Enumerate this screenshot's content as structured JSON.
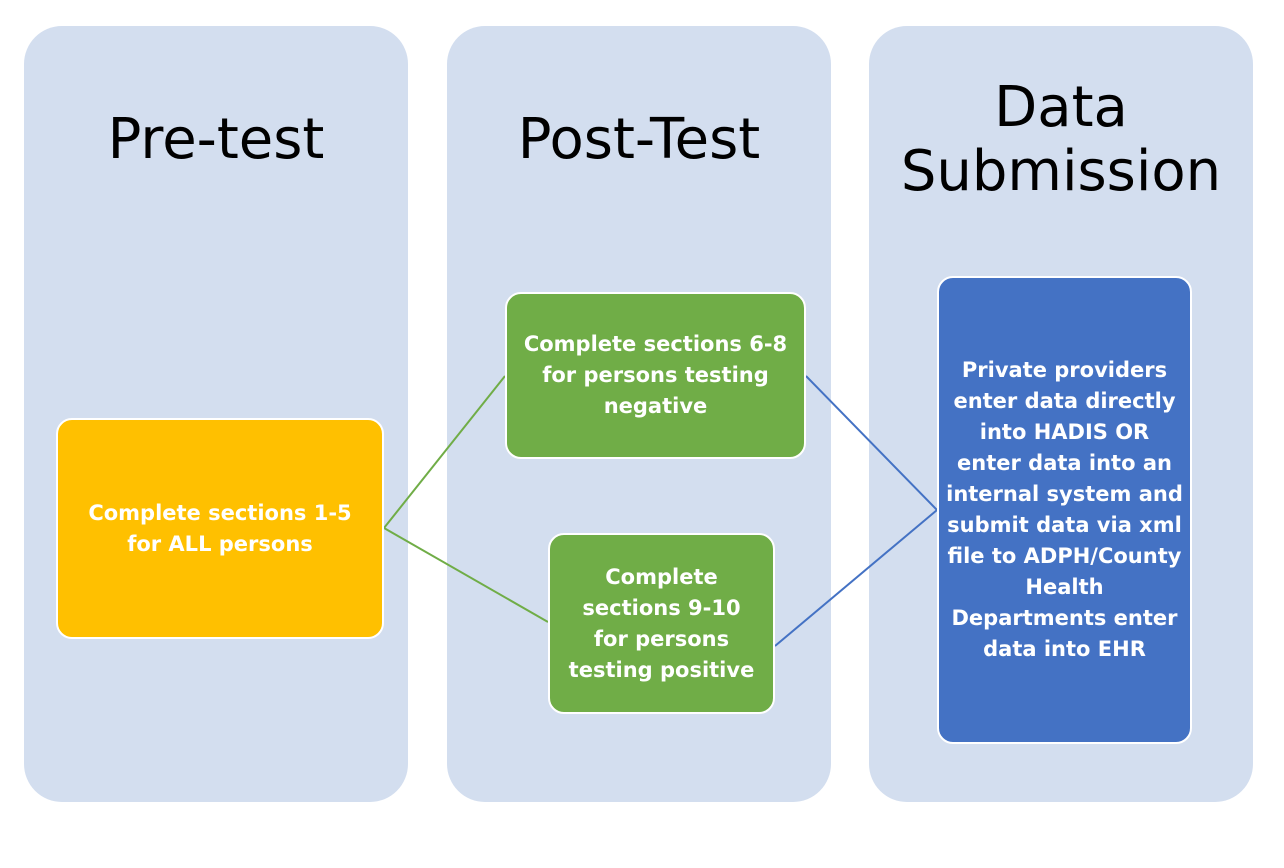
{
  "columns": {
    "pretest": {
      "title": "Pre-test"
    },
    "posttest": {
      "title": "Post-Test"
    },
    "submission": {
      "title": "Data\nSubmission"
    }
  },
  "boxes": {
    "pretest": {
      "text": "Complete sections 1-5 for ALL persons",
      "color": "#ffc000"
    },
    "negative": {
      "text": "Complete sections 6-8 for persons testing negative",
      "color": "#70ad47"
    },
    "positive": {
      "text": "Complete sections 9-10 for persons testing positive",
      "color": "#70ad47"
    },
    "submission": {
      "text": "Private providers enter data directly into HADIS OR enter data into an internal system and submit data via xml file to ADPH/County Health Departments enter data into EHR",
      "color": "#4472c4"
    }
  },
  "connector_colors": {
    "pretest_to_posttest": "#70ad47",
    "posttest_to_submission": "#4472c4"
  },
  "column_color": "#d3deef"
}
